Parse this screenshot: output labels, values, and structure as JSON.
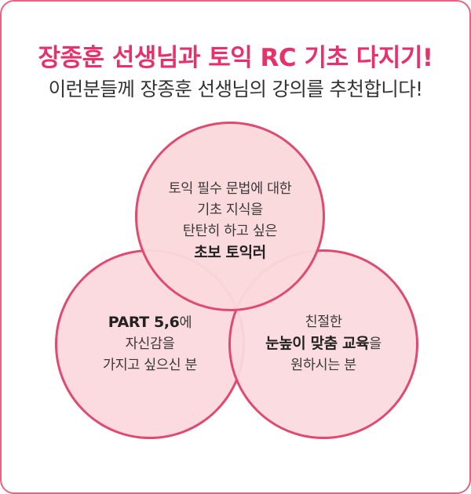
{
  "header": {
    "headline": "장종훈 선생님과 토익 RC 기초 다지기!",
    "subline": "이런분들께 장종훈 선생님의 강의를 추천합니다!"
  },
  "circles": {
    "top": {
      "line1": "토익 필수 문법에 대한",
      "line2": "기초 지식을",
      "line3": "탄탄히 하고 싶은",
      "line4": "초보 토익러"
    },
    "left": {
      "line1_bold": "PART 5,6",
      "line1_rest": "에",
      "line2": "자신감을",
      "line3": "가지고 싶으신 분"
    },
    "right": {
      "line1": "친절한",
      "line2_bold": "눈높이 맞춤 교육",
      "line2_rest": "을",
      "line3": "원하시는 분"
    }
  },
  "colors": {
    "accent": "#e8316a",
    "border": "#e8637f",
    "circle_fill": "#fbdadd",
    "circle_border": "#e14a6f"
  }
}
